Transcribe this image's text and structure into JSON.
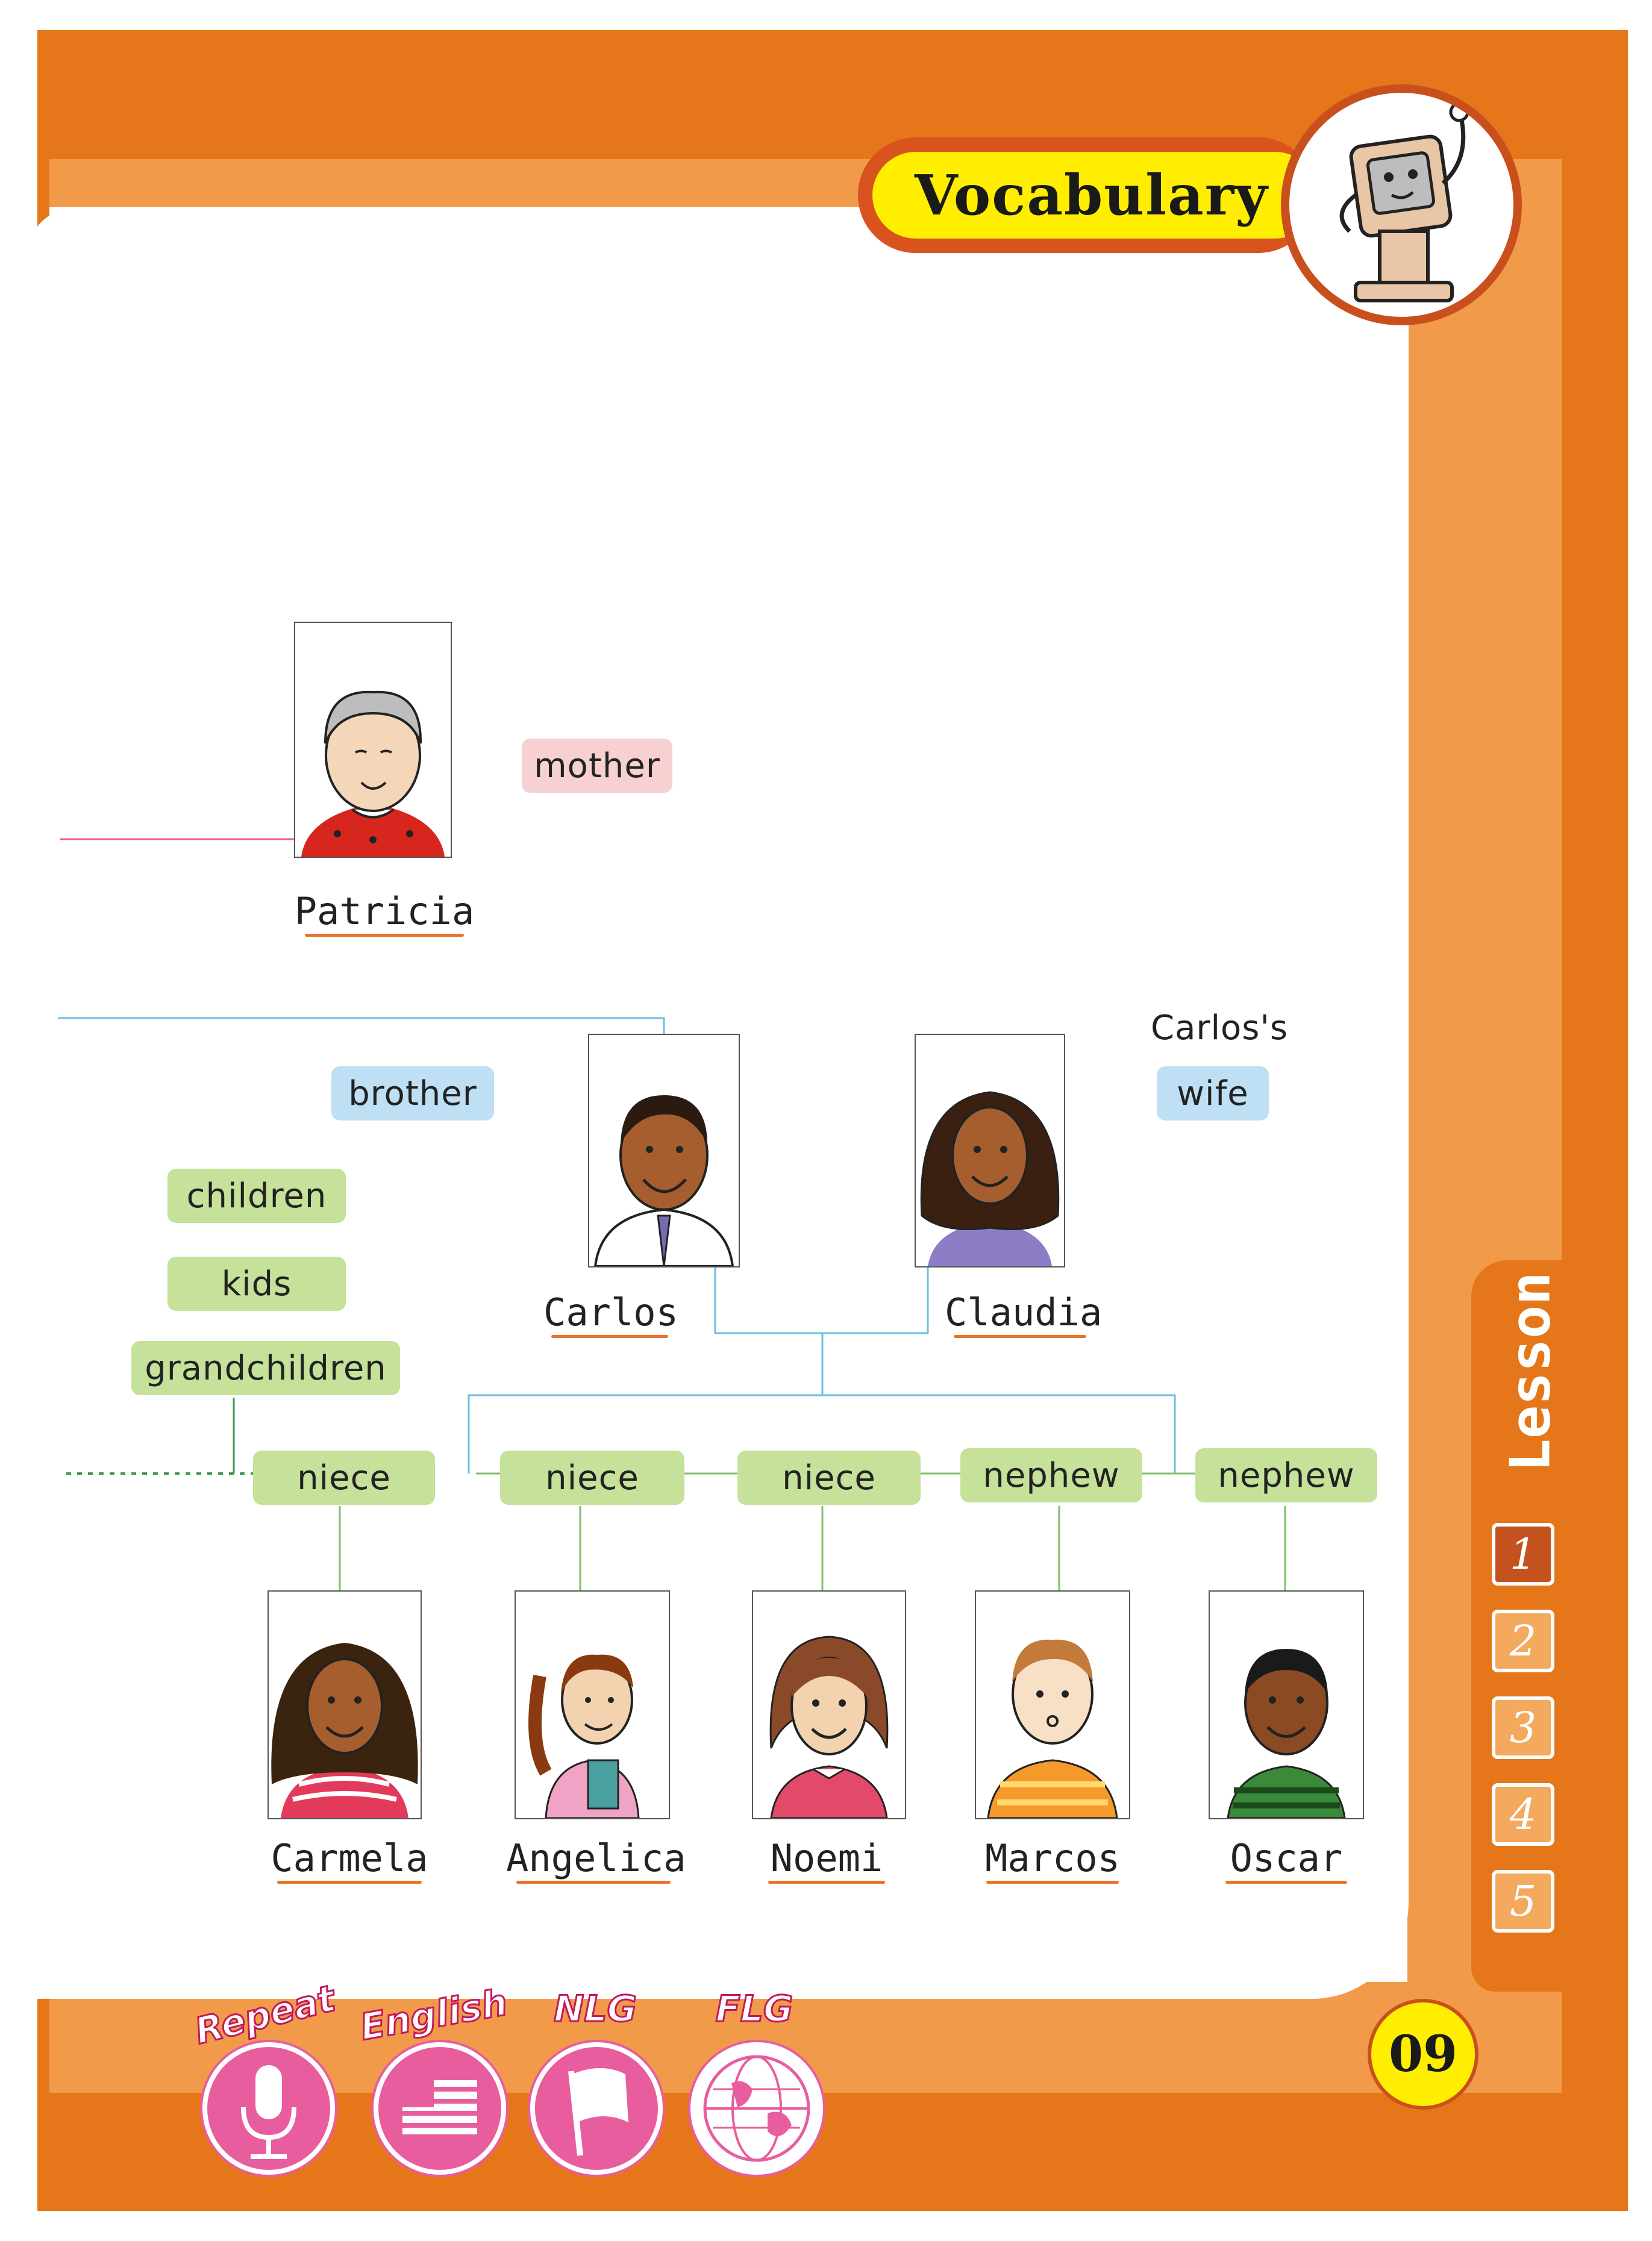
{
  "header": {
    "title": "Vocabulary"
  },
  "tree": {
    "grandmother": {
      "name": "Patricia",
      "tag": "mother"
    },
    "father": {
      "name": "Carlos",
      "tag": "brother"
    },
    "mother": {
      "name": "Claudia",
      "tag": "wife",
      "caption": "Carlos's"
    },
    "group_tags": [
      "children",
      "kids",
      "grandchildren"
    ],
    "children": [
      {
        "name": "Carmela",
        "tag": "niece"
      },
      {
        "name": "Angelica",
        "tag": "niece"
      },
      {
        "name": "Noemi",
        "tag": "niece"
      },
      {
        "name": "Marcos",
        "tag": "nephew"
      },
      {
        "name": "Oscar",
        "tag": "nephew"
      }
    ]
  },
  "lesson": {
    "label": "Lesson",
    "numbers": [
      "1",
      "2",
      "3",
      "4",
      "5"
    ],
    "active": "1"
  },
  "page_number": "09",
  "badges": [
    "Repeat",
    "English",
    "NLG",
    "FLG"
  ],
  "colors": {
    "orange": "#e5761a",
    "light_orange": "#f19a4a",
    "yellow": "#ffee00",
    "green_tag": "#c5e19a",
    "blue_tag": "#bfe0f4",
    "pink_tag": "#f7d0d2",
    "badge_pink": "#e85d9e"
  }
}
